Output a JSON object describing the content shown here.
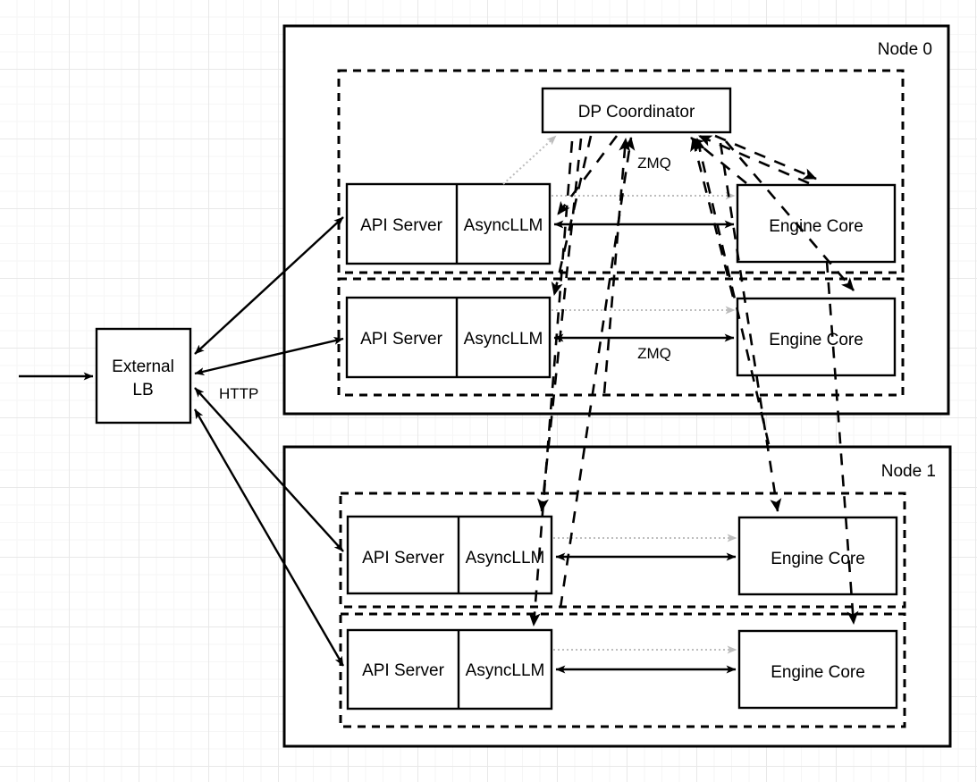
{
  "diagram": {
    "title": "vLLM data-parallel deployment topology",
    "background": {
      "grid_minor": "#f6f6f6",
      "grid_major": "#e8e8e8",
      "page": "#ffffff"
    },
    "colors": {
      "line_solid": "#000000",
      "line_dashed": "#000000",
      "line_dotted": "#bdbdbd",
      "box_fill": "#ffffff"
    }
  },
  "external": {
    "lb_label_line1": "External",
    "lb_label_line2": "LB",
    "http_label": "HTTP"
  },
  "coordinator": {
    "label": "DP Coordinator"
  },
  "edge_labels": {
    "zmq_top": "ZMQ",
    "zmq_bottom": "ZMQ"
  },
  "nodes": [
    {
      "name": "Node 0",
      "groups": [
        {
          "api_server": "API Server",
          "async_llm": "AsyncLLM",
          "engine_core": "Engine Core"
        },
        {
          "api_server": "API Server",
          "async_llm": "AsyncLLM",
          "engine_core": "Engine Core"
        }
      ]
    },
    {
      "name": "Node 1",
      "groups": [
        {
          "api_server": "API Server",
          "async_llm": "AsyncLLM",
          "engine_core": "Engine Core"
        },
        {
          "api_server": "API Server",
          "async_llm": "AsyncLLM",
          "engine_core": "Engine Core"
        }
      ]
    }
  ]
}
